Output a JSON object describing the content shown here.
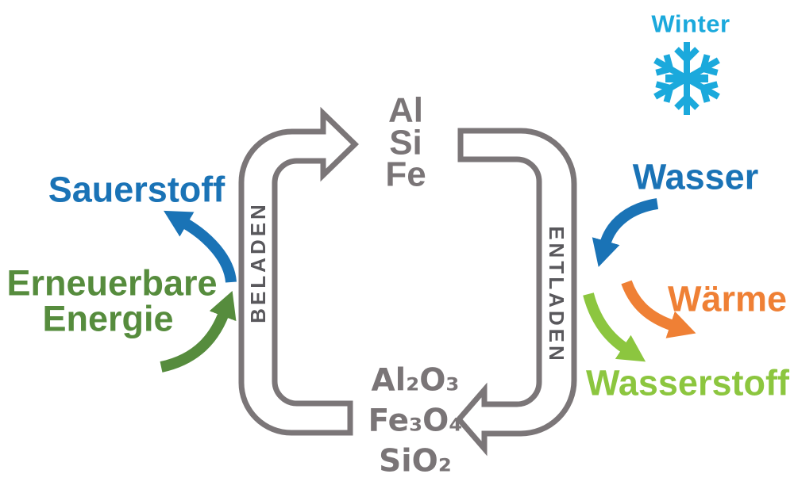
{
  "diagram": {
    "season": {
      "label": "Winter",
      "icon": "snowflake"
    },
    "cycle": {
      "charge_label": "BELADEN",
      "discharge_label": "ENTLADEN",
      "charged_materials": [
        "Al",
        "Si",
        "Fe"
      ],
      "discharged_materials": [
        "Al₂O₃",
        "Fe₃O₄",
        "SiO₂"
      ]
    },
    "left": {
      "oxygen": "Sauerstoff",
      "renewable_line1": "Erneuerbare",
      "renewable_line2": "Energie"
    },
    "right": {
      "water": "Wasser",
      "heat": "Wärme",
      "hydrogen": "Wasserstoff"
    },
    "colors": {
      "cyan": "#1ba9dc",
      "blue": "#1a73b6",
      "dark_green": "#568c3d",
      "light_green": "#8cc63f",
      "orange": "#ef8035",
      "tube_gray": "#7b7678",
      "text_gray": "#7a7577",
      "dark_gray": "#59585c"
    }
  }
}
